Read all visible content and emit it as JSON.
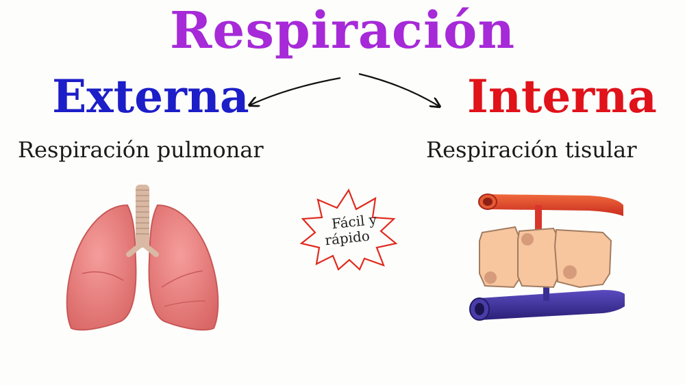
{
  "title": "Respiración",
  "external": {
    "label": "Externa",
    "subtitle": "Respiración pulmonar"
  },
  "internal": {
    "label": "Interna",
    "subtitle": "Respiración tisular"
  },
  "badge": {
    "line1": "Fácil y",
    "line2": "rápido"
  },
  "colors": {
    "title": "#a62ad8",
    "external": "#1c1ec8",
    "internal": "#e0121a",
    "lungs": "#ec7f7d",
    "trachea": "#d7b7a3",
    "artery": "#e0442a",
    "vein": "#3c2f96",
    "cells": "#f7c59e"
  },
  "icons": [
    "arrow-left-icon",
    "arrow-right-icon",
    "lungs-icon",
    "starburst-icon",
    "tissue-capillary-icon"
  ]
}
